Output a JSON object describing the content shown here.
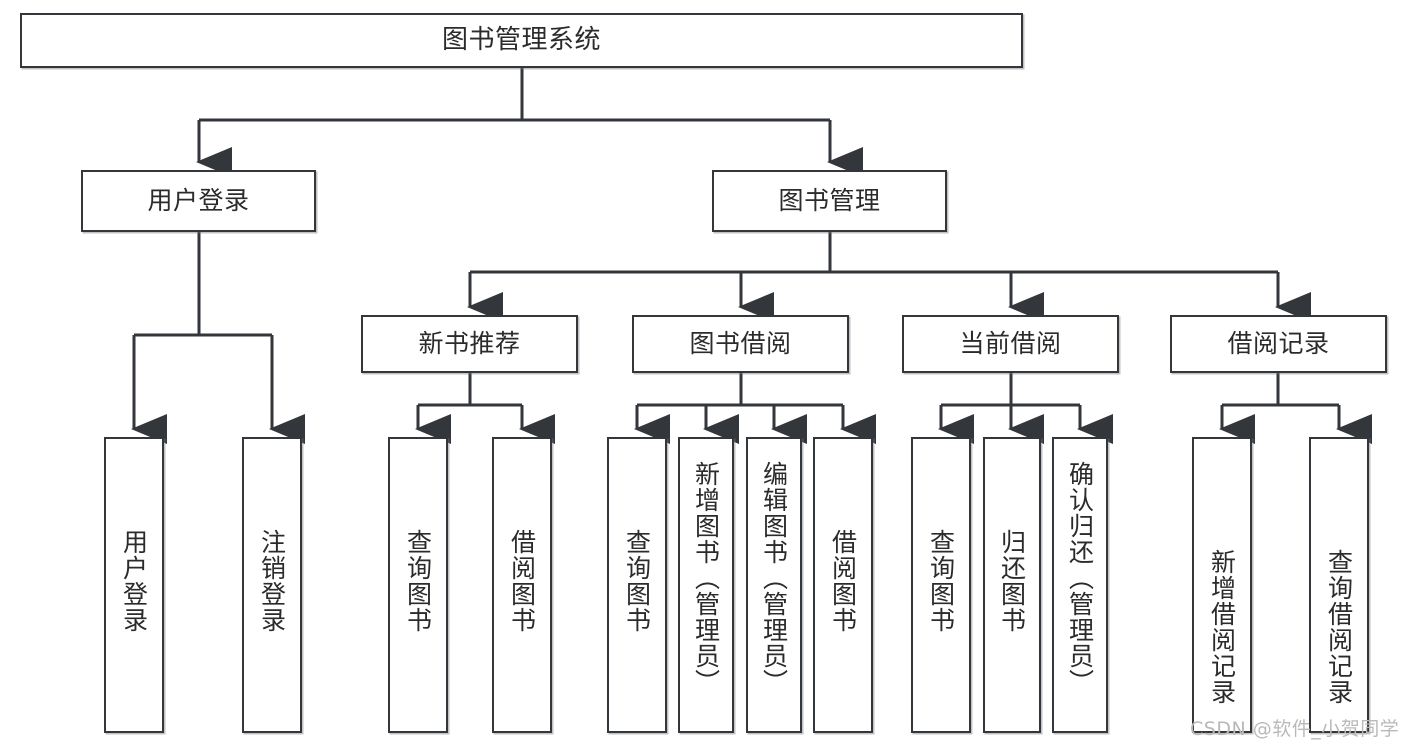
{
  "diagram": {
    "type": "tree-hierarchy-diagram",
    "title": "图书管理系统",
    "root": {
      "label": "图书管理系统"
    },
    "level2": [
      {
        "id": "user-login",
        "label": "用户登录"
      },
      {
        "id": "book-management",
        "label": "图书管理"
      }
    ],
    "level3": [
      {
        "id": "new-book-recommend",
        "label": "新书推荐",
        "parent": "book-management"
      },
      {
        "id": "book-borrow",
        "label": "图书借阅",
        "parent": "book-management"
      },
      {
        "id": "current-borrow",
        "label": "当前借阅",
        "parent": "book-management"
      },
      {
        "id": "borrow-record",
        "label": "借阅记录",
        "parent": "book-management"
      }
    ],
    "leaves": [
      {
        "id": "leaf-user-login",
        "label": "用户登录",
        "parent": "user-login"
      },
      {
        "id": "leaf-logout-login",
        "label": "注销登录",
        "parent": "user-login"
      },
      {
        "id": "leaf-query-book-1",
        "label": "查询图书",
        "parent": "new-book-recommend"
      },
      {
        "id": "leaf-borrow-book-1",
        "label": "借阅图书",
        "parent": "new-book-recommend"
      },
      {
        "id": "leaf-query-book-2",
        "label": "查询图书",
        "parent": "book-borrow"
      },
      {
        "id": "leaf-add-book",
        "label": "新增图书（管理员）",
        "parent": "book-borrow"
      },
      {
        "id": "leaf-edit-book",
        "label": "编辑图书（管理员）",
        "parent": "book-borrow"
      },
      {
        "id": "leaf-borrow-book-2",
        "label": "借阅图书",
        "parent": "book-borrow"
      },
      {
        "id": "leaf-query-book-3",
        "label": "查询图书",
        "parent": "current-borrow"
      },
      {
        "id": "leaf-return-book",
        "label": "归还图书",
        "parent": "current-borrow"
      },
      {
        "id": "leaf-confirm-return",
        "label": "确认归还（管理员）",
        "parent": "current-borrow"
      },
      {
        "id": "leaf-add-record",
        "label": "新增借阅记录",
        "parent": "borrow-record"
      },
      {
        "id": "leaf-query-record",
        "label": "查询借阅记录",
        "parent": "borrow-record"
      }
    ],
    "colors": {
      "stroke": "#33363b",
      "text": "#2b2b2b",
      "background": "#ffffff",
      "watermark": "#b9b9b9"
    }
  },
  "watermark": {
    "text": "CSDN @软件_小贺同学"
  }
}
